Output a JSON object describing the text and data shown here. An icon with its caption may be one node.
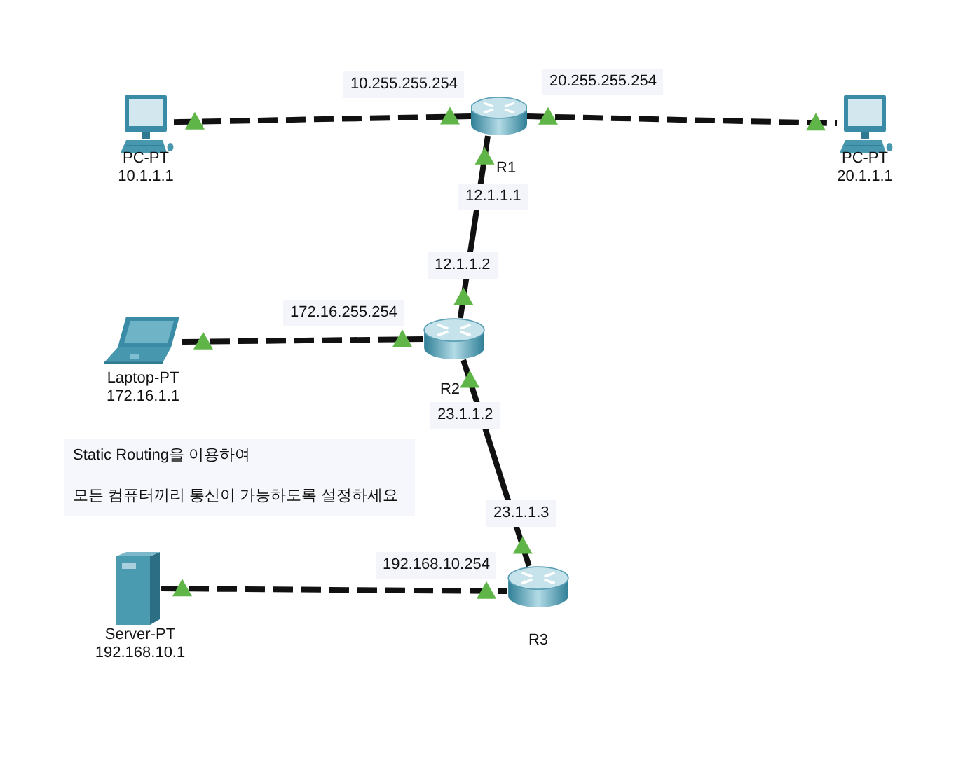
{
  "diagram": {
    "nodes": [
      {
        "text": [],
        "shape": "picture",
        "beside": [
          "PC-PT",
          "10.1.1.1"
        ]
      },
      {
        "text": [],
        "shape": "picture",
        "beside": [
          "R1"
        ]
      },
      {
        "text": [],
        "shape": "picture",
        "beside": [
          "PC-PT",
          "20.1.1.1"
        ]
      },
      {
        "text": [],
        "shape": "picture",
        "beside": [
          "Laptop-PT",
          "172.16.1.1"
        ]
      },
      {
        "text": [],
        "shape": "picture",
        "beside": [
          "R2"
        ]
      },
      {
        "text": [
          "Static Routing을 이용하여",
          "모든 컴퓨터끼리 통신이 가능하도록 설정하세요"
        ]
      },
      {
        "text": [],
        "shape": "picture",
        "beside": [
          "Server-PT",
          "192.168.10.1"
        ]
      },
      {
        "text": [],
        "shape": "picture",
        "beside": [
          "R3"
        ]
      }
    ],
    "edges": [
      {
        "from": 0,
        "to": 1,
        "arrow": "other",
        "style": "dashed"
      },
      {
        "from": 1,
        "to": 2,
        "arrow": "other",
        "style": "dashed"
      },
      {
        "from": 1,
        "to": 4,
        "arrow": "other"
      },
      {
        "from": 3,
        "to": 4,
        "arrow": "other",
        "style": "dashed"
      },
      {
        "from": 4,
        "to": 7,
        "arrow": "other"
      },
      {
        "from": 6,
        "to": 7,
        "arrow": "other",
        "style": "dashed"
      }
    ],
    "labels": [
      "10.255.255.254",
      "20.255.255.254",
      "12.1.1.1",
      "12.1.1.2",
      "172.16.255.254",
      "23.1.1.2",
      "23.1.1.3",
      "192.168.10.254"
    ]
  }
}
